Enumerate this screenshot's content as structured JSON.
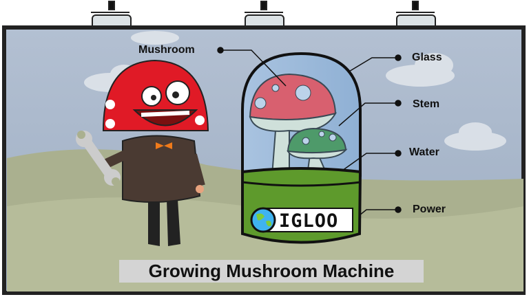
{
  "title": "Growing Mushroom Machine",
  "brand_label": "IGLOO",
  "labels": {
    "mushroom": "Mushroom",
    "glass": "Glass",
    "stem": "Stem",
    "water": "Water",
    "power": "Power"
  },
  "colors": {
    "sky": "#a9b8cc",
    "hill": "#a9b08e",
    "base_green": "#5e9a2c",
    "cap_red": "#d8606f",
    "cap_green": "#4e9a6a",
    "character_red": "#e01a26",
    "suit": "#4a3a32"
  }
}
